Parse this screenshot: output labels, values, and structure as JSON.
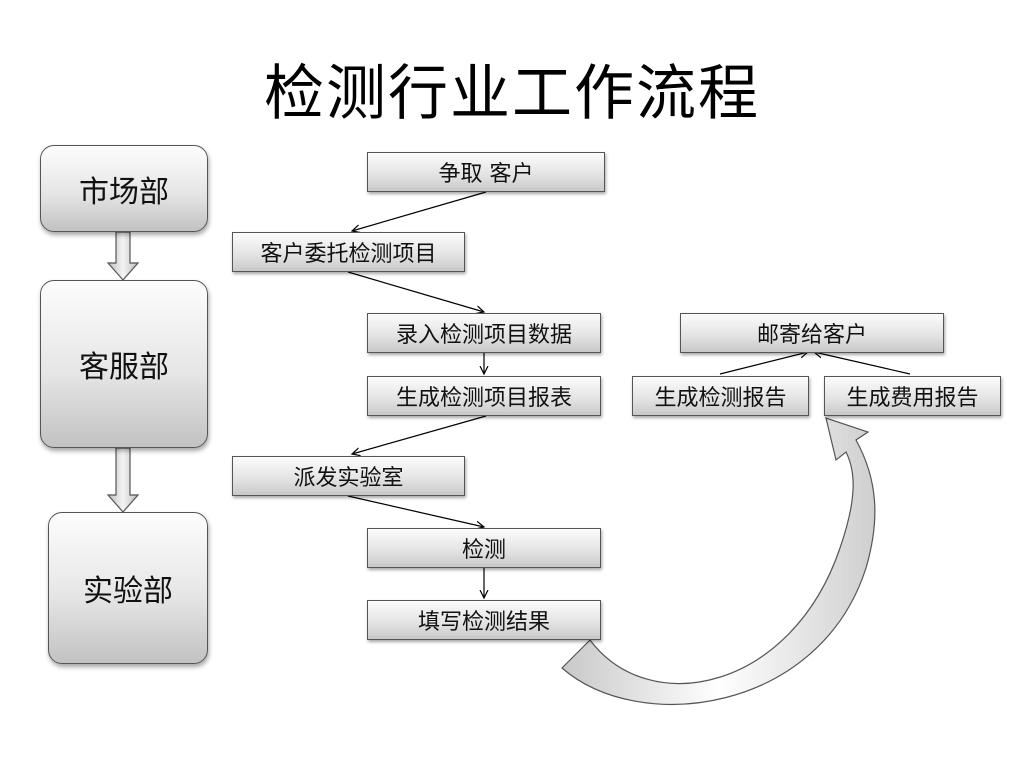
{
  "title": "检测行业工作流程",
  "departments": [
    "市场部",
    "客服部",
    "实验部"
  ],
  "steps": {
    "win_client": "争取 客户",
    "client_commission": "客户委托检测项目",
    "enter_data": "录入检测项目数据",
    "generate_item_report": "生成检测项目报表",
    "dispatch_lab": "派发实验室",
    "test": "检测",
    "fill_results": "填写检测结果",
    "mail_to_client": "邮寄给客户",
    "test_report": "生成检测报告",
    "fee_report": "生成费用报告"
  }
}
